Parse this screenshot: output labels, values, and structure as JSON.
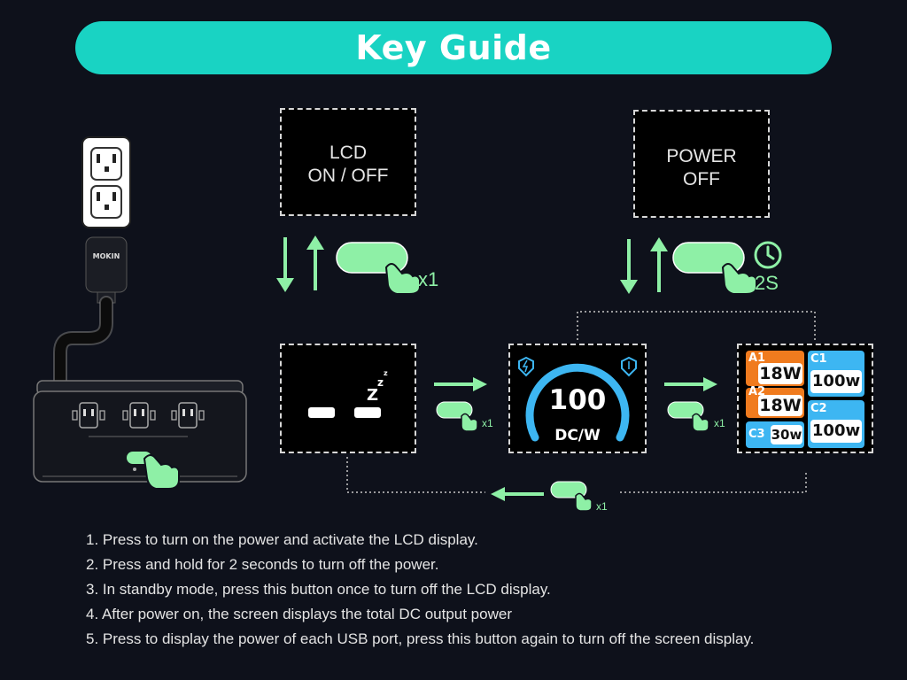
{
  "header": {
    "title": "Key Guide"
  },
  "device": {
    "brand": "MOKIN"
  },
  "boxes": {
    "lcd": {
      "line1": "LCD",
      "line2": "ON / OFF"
    },
    "power": {
      "line1": "POWER",
      "line2": "OFF"
    }
  },
  "hints": {
    "lcd_press": "x1",
    "power_hold": "2S",
    "to_screen": "x1",
    "to_ports": "x1",
    "loop_back": "x1"
  },
  "screen": {
    "value": "100",
    "unit": "DC/W"
  },
  "ports": {
    "a1": {
      "label": "A1",
      "value": "18W"
    },
    "a2": {
      "label": "A2",
      "value": "18W"
    },
    "c1": {
      "label": "C1",
      "value": "100w"
    },
    "c2": {
      "label": "C2",
      "value": "100w"
    },
    "c3": {
      "label": "C3",
      "value": "30w"
    }
  },
  "instructions": [
    "1. Press to turn on the power and activate the LCD display.",
    "2. Press and hold for 2 seconds to turn off the power.",
    "3. In standby mode, press this button once to turn off the LCD display.",
    "4. After power on, the screen displays the total DC output power",
    "5. Press to display the power of each USB port, press this button again to turn off the screen display."
  ],
  "colors": {
    "teal": "#19d3c3",
    "mint": "#8ef0a6",
    "blue": "#3db6f2",
    "orange": "#f07b1e"
  }
}
